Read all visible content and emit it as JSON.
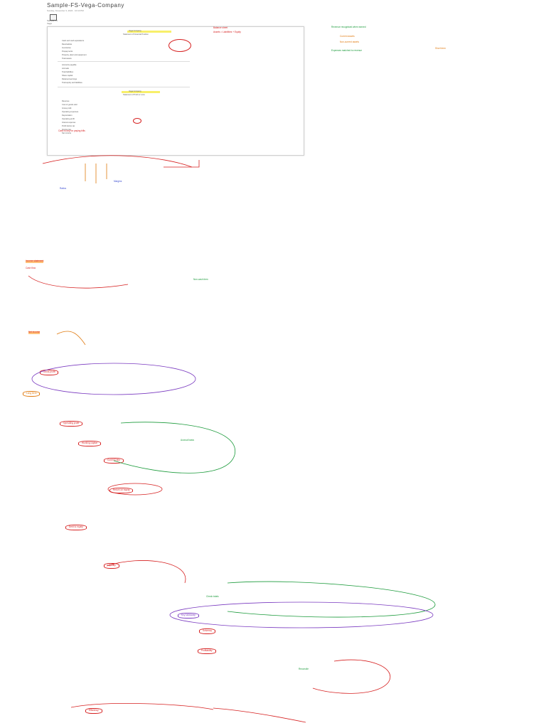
{
  "document": {
    "title": "Sample-FS-Vega-Company",
    "subtitle": "Sunday, November 3, 2024 · 10:10 PM",
    "page_label": "Sample FS\nVega"
  },
  "colors": {
    "annotation_red": "#d62020",
    "annotation_green": "#1a9a3a",
    "annotation_orange": "#e07a10",
    "annotation_blue": "#3a4bd0",
    "annotation_purple": "#7a3ac0",
    "highlight_yellow": "#f8ef6a"
  },
  "icons": [
    "page-icon"
  ],
  "sheet": {
    "heading": "Vega Company",
    "subheading": "Statement of Financial Position",
    "rows": [
      "Cash and cash equivalents",
      "Receivables",
      "Inventories",
      "Prepayments",
      "Property, plant and equipment",
      "Total assets",
      "Accounts payable",
      "Accruals",
      "Total liabilities",
      "Share capital",
      "Retained earnings",
      "Total equity and liabilities"
    ],
    "income_heading": "Vega Company",
    "income_subheading": "Statement of Profit or Loss",
    "income_rows": [
      "Revenue",
      "Cost of goods sold",
      "Gross profit",
      "Operating expenses",
      "Depreciation",
      "Operating profit",
      "Interest expense",
      "Profit before tax",
      "Income tax",
      "Net income"
    ]
  },
  "annotations": {
    "red_notes": [
      "Cash is key for paying bills",
      "Balance sheet",
      "Assets = Liabilities + Equity",
      "Income statement",
      "Cash flow",
      "Net income",
      "Gross profit",
      "Operating profit",
      "Working capital",
      "Current ratio",
      "Return on equity",
      "Debt to equity",
      "Liquidity",
      "Solvency",
      "Profitability",
      "Efficiency"
    ],
    "green_notes": [
      "Revenue recognised when earned",
      "Expenses matched to revenue",
      "Non-cash item",
      "Accrual basis",
      "Check totals",
      "Reconcile"
    ],
    "orange_notes": [
      "Current assets",
      "Non-current assets",
      "Short term",
      "Long term"
    ],
    "blue_notes": [
      "Ratios",
      "Margins"
    ],
    "purple_notes": [
      "Key takeaway"
    ]
  }
}
